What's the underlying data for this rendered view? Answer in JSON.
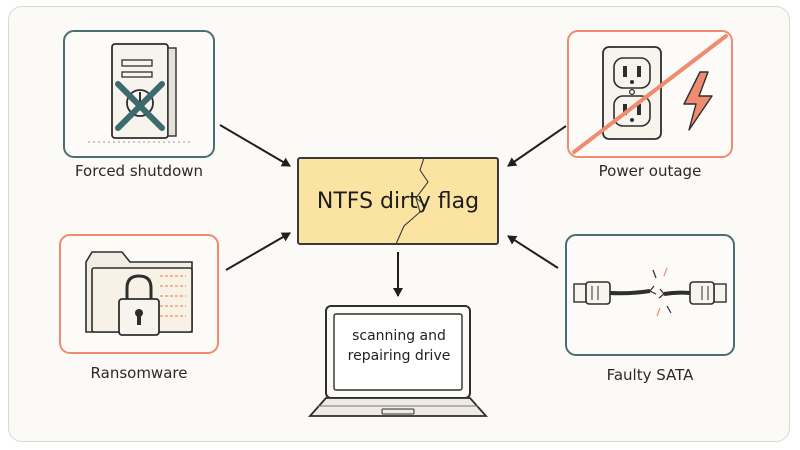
{
  "center": {
    "title": "NTFS dirty flag"
  },
  "causes": [
    {
      "id": "forced-shutdown",
      "label": "Forced shutdown",
      "icon": "pc-tower-power-off-icon",
      "border_color": "#4a6e72"
    },
    {
      "id": "power-outage",
      "label": "Power outage",
      "icon": "power-outlet-lightning-icon",
      "border_color": "#ef8c70"
    },
    {
      "id": "ransomware",
      "label": "Ransomware",
      "icon": "locked-folder-icon",
      "border_color": "#ef8c70"
    },
    {
      "id": "faulty-sata",
      "label": "Faulty SATA",
      "icon": "broken-cable-icon",
      "border_color": "#4a6e72"
    }
  ],
  "result": {
    "line1": "scanning and",
    "line2": "repairing drive",
    "icon": "laptop-icon"
  },
  "colors": {
    "teal": "#4a6e72",
    "coral": "#ef8c70",
    "flag_fill": "#fbe3a2",
    "flag_border": "#3a3a3a"
  }
}
